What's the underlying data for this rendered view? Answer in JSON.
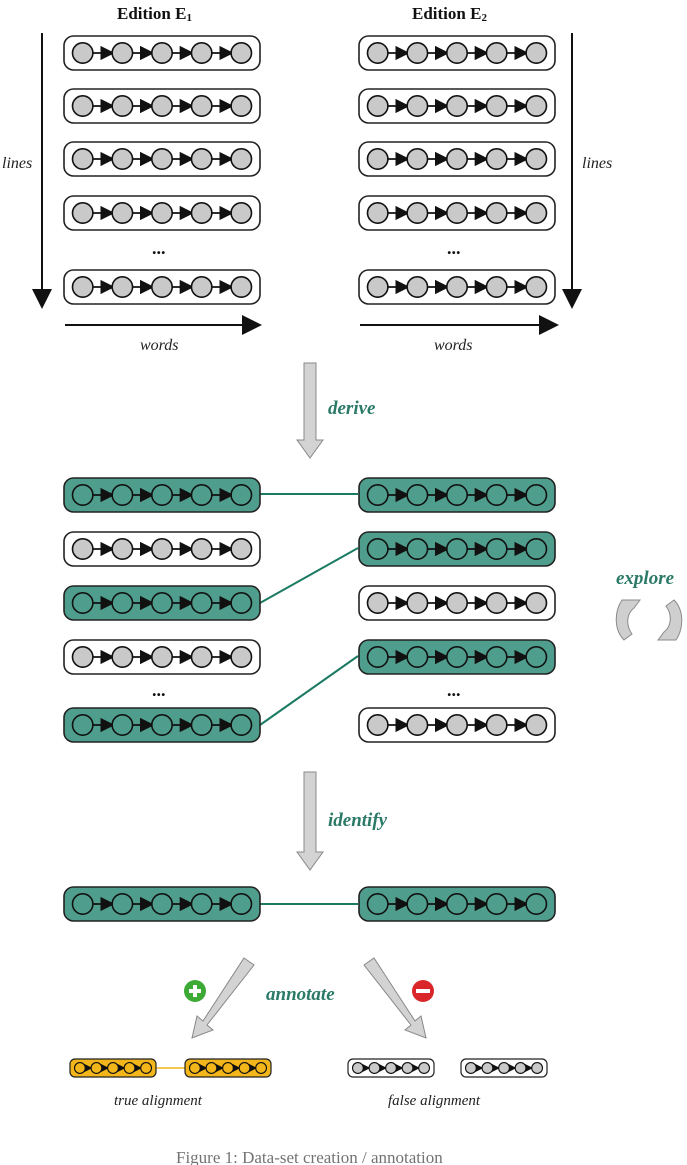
{
  "headers": {
    "e1": "Edition E",
    "e1_sub": "1",
    "e2": "Edition E",
    "e2_sub": "2"
  },
  "axes": {
    "lines_left": "lines",
    "lines_right": "lines",
    "words_left": "words",
    "words_right": "words"
  },
  "ellipsis": "...",
  "steps": {
    "derive": "derive",
    "explore": "explore",
    "identify": "identify",
    "annotate": "annotate"
  },
  "results": {
    "true": "true alignment",
    "false": "false alignment"
  },
  "caption": "Figure 1: Data-set creation / annotation",
  "colors": {
    "highlight": "#4f9e8d",
    "edge": "#1a7a62",
    "gold": "#f2b51a",
    "plain": "#ffffff",
    "node_gray": "#c9c9c9"
  }
}
